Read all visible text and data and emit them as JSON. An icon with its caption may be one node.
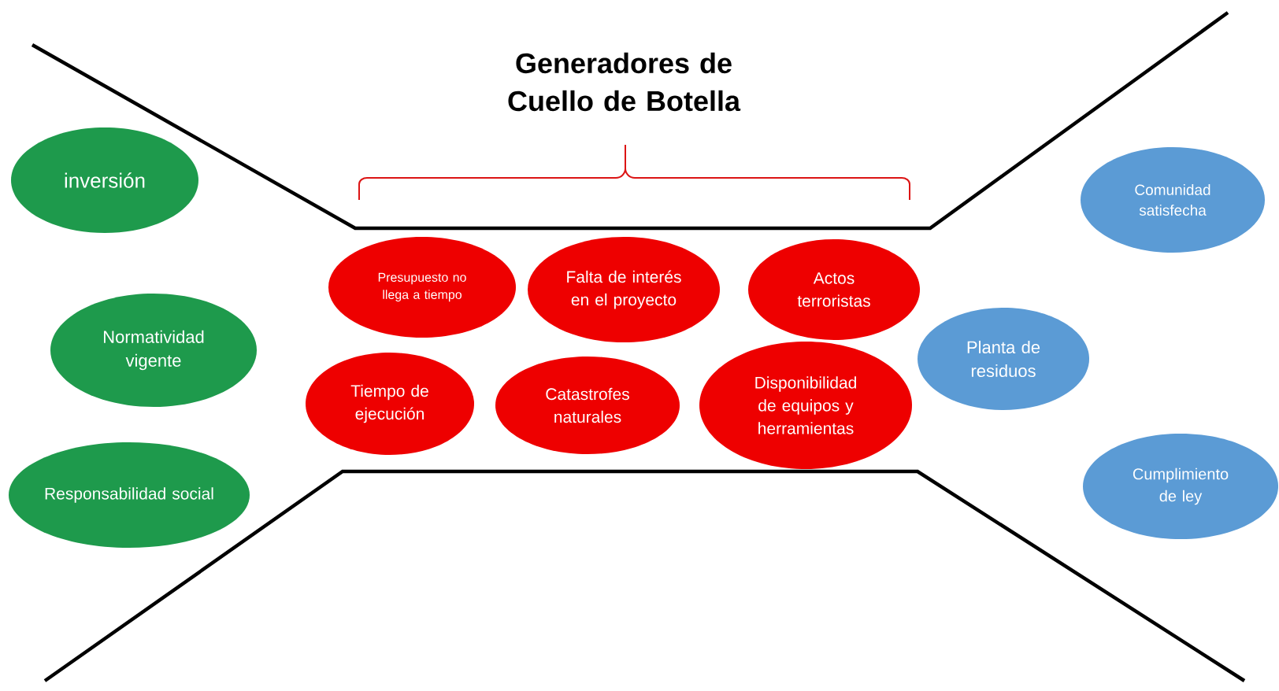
{
  "diagram": {
    "title": "Generadores de Cuello de Botella",
    "nodes": [
      {
        "text": [
          "inversión"
        ]
      },
      {
        "text": [
          "Normatividad vigente"
        ]
      },
      {
        "text": [
          "Responsabilidad social"
        ]
      },
      {
        "text": [
          "Presupuesto no llega a tiempo"
        ]
      },
      {
        "text": [
          "Falta de interés en el proyecto"
        ]
      },
      {
        "text": [
          "Actos terroristas"
        ]
      },
      {
        "text": [
          "Tiempo de ejecución"
        ]
      },
      {
        "text": [
          "Catastrofes naturales"
        ]
      },
      {
        "text": [
          "Disponibilidad de equipos y herramientas"
        ]
      },
      {
        "text": [
          "Comunidad satisfecha"
        ]
      },
      {
        "text": [
          "Planta de residuos"
        ]
      },
      {
        "text": [
          "Cumplimiento de ley"
        ]
      }
    ]
  }
}
